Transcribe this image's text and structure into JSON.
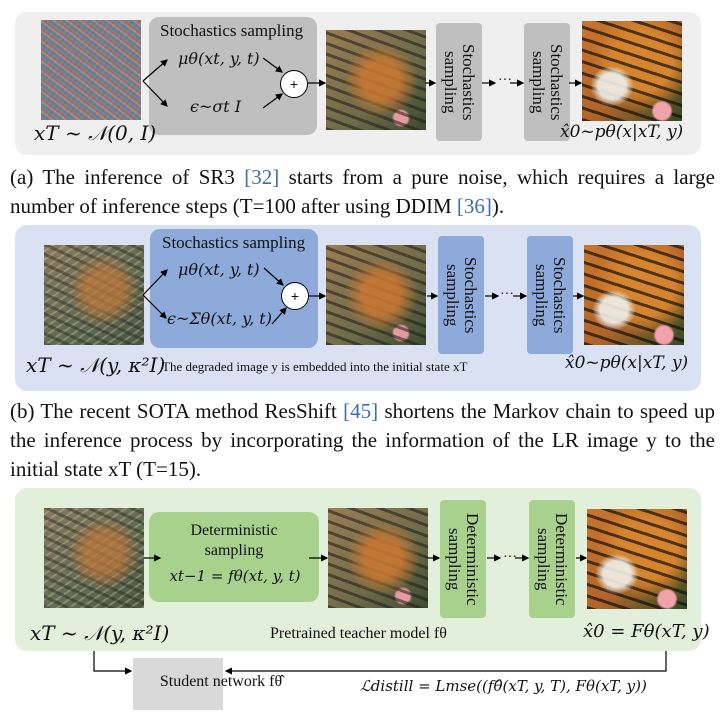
{
  "panel_a": {
    "inner_title": "Stochastics sampling",
    "mu_expr": "μθ(xt, y, t)",
    "noise_expr": "ϵ~σt I",
    "plus": "+",
    "vbox1": "Stochastics\nsampling",
    "vbox2": "Stochastics\nsampling",
    "dots": "···",
    "input_label": "xT ~ 𝒩(0, I)",
    "output_label": "x̂0~pθ(x|xT, y)",
    "color_panel": "#efefef",
    "color_box": "#bfbfbf"
  },
  "caption_a": {
    "prefix": "(a) The inference of SR3 ",
    "ref1": "[32]",
    "middle": " starts from a pure noise, which requires a large number of inference steps (T=100 after using DDIM ",
    "ref2": "[36]",
    "suffix": ")."
  },
  "panel_b": {
    "inner_title": "Stochastics sampling",
    "mu_expr": "μθ(xt, y, t)",
    "noise_expr": "ϵ~Σθ(xt, y, t)",
    "plus": "+",
    "vbox1": "Stochastics\nsampling",
    "vbox2": "Stochastics\nsampling",
    "dots": "···",
    "input_label": "xT ~ 𝒩(y, κ²I)",
    "note": "The degraded image y is embedded into the initial state xT",
    "output_label": "x̂0~pθ(x|xT, y)",
    "color_panel": "#d9e1f2",
    "color_box": "#8eaadb"
  },
  "caption_b": {
    "prefix": "(b) The recent SOTA method ResShift ",
    "ref1": "[45]",
    "suffix": " shortens the Markov chain to speed up the inference process by incorporating the information of the LR image y to the initial state xT (T=15)."
  },
  "panel_c": {
    "inner_title_line1": "Deterministic",
    "inner_title_line2": "sampling",
    "update_expr": "xt−1 = fθ(xt, y, t)",
    "vbox1": "Deterministic\nsampling",
    "vbox2": "Deterministic\nsampling",
    "dots": "···",
    "input_label": "xT ~ 𝒩(y, κ²I)",
    "teacher_label": "Pretrained teacher model fθ",
    "output_label": "x̂0 = Fθ(xT, y)",
    "color_panel": "#e2efda",
    "color_box": "#a9d18e"
  },
  "student": {
    "label": "Student network fθ̂",
    "color": "#d9d9d9"
  },
  "loss": {
    "expr": "ℒdistill =  Lmse((fθ̂(xT, y, T), Fθ(xT, y))"
  }
}
